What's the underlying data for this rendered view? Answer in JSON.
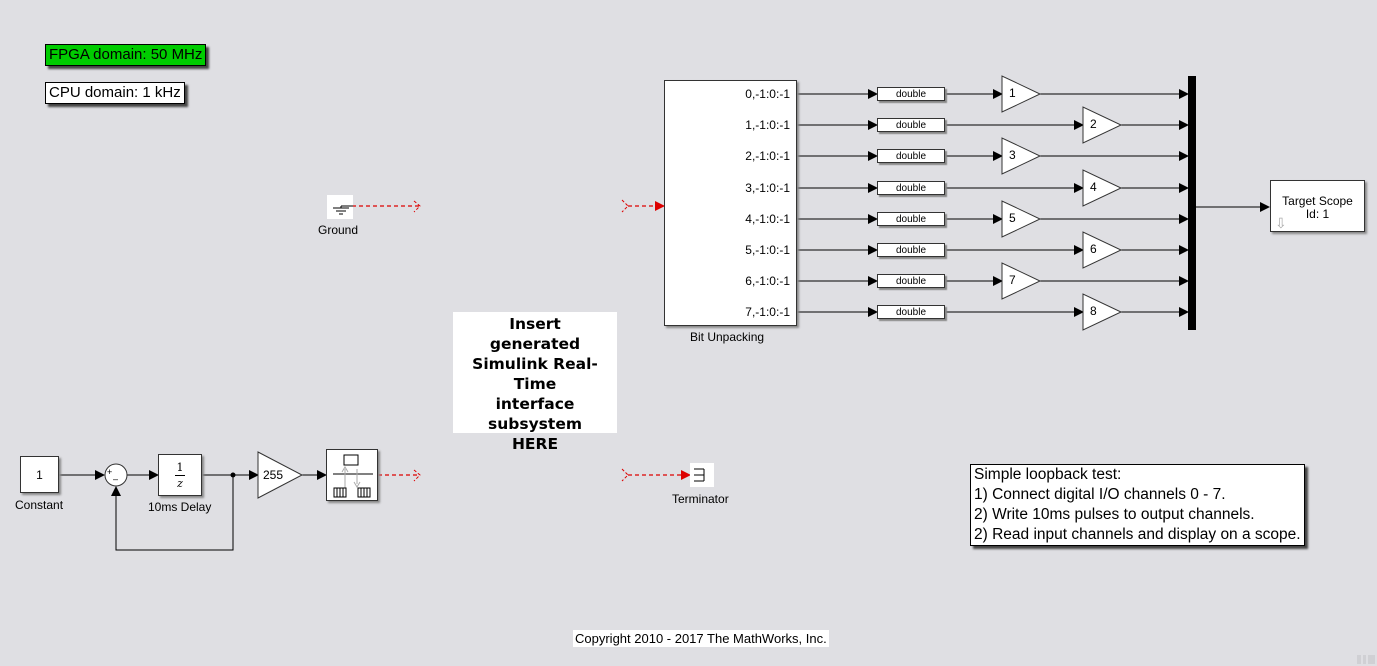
{
  "annotations": {
    "fpga_domain": "FPGA domain:  50 MHz",
    "fpga_color": "#00cc00",
    "cpu_domain": "CPU domain: 1 kHz"
  },
  "blocks": {
    "ground": {
      "label": "Ground"
    },
    "bit_unpacking": {
      "label": "Bit Unpacking",
      "ports": [
        "0,-1:0:-1",
        "1,-1:0:-1",
        "2,-1:0:-1",
        "3,-1:0:-1",
        "4,-1:0:-1",
        "5,-1:0:-1",
        "6,-1:0:-1",
        "7,-1:0:-1"
      ]
    },
    "converters": [
      "double",
      "double",
      "double",
      "double",
      "double",
      "double",
      "double",
      "double"
    ],
    "gains": [
      "1",
      "2",
      "3",
      "4",
      "5",
      "6",
      "7",
      "8"
    ],
    "target_scope": {
      "line1": "Target Scope",
      "line2": "Id: 1"
    },
    "constant": {
      "value": "1",
      "label": "Constant"
    },
    "sum": {
      "plus": "+",
      "minus": "–"
    },
    "delay": {
      "numerator": "1",
      "denominator": "z",
      "label": "10ms Delay"
    },
    "gain_255": {
      "value": "255"
    },
    "terminator": {
      "label": "Terminator"
    },
    "placeholder": {
      "lines": [
        "Insert",
        "generated",
        "Simulink Real-Time",
        "interface",
        "subsystem",
        "HERE"
      ]
    }
  },
  "note": {
    "lines": [
      "Simple loopback test:",
      "1) Connect digital I/O channels 0 - 7.",
      "2) Write 10ms pulses to output channels.",
      "2) Read input channels and display on a scope."
    ]
  },
  "copyright": "Copyright 2010 - 2017 The MathWorks, Inc.",
  "colors": {
    "signal": "#000000",
    "unconnected": "#dd0000"
  }
}
